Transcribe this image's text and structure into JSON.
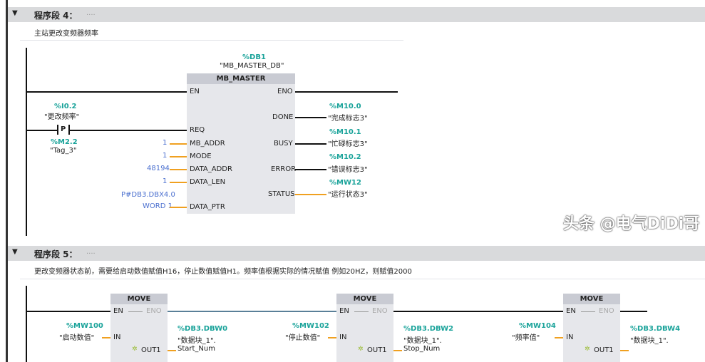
{
  "network4": {
    "title": "程序段 4：",
    "dots": "....",
    "comment": "主站更改变频器频率",
    "instance_addr": "%DB1",
    "instance_name": "\"MB_MASTER_DB\"",
    "block": "MB_MASTER",
    "contact_addr": "%I0.2",
    "contact_name": "\"更改频率\"",
    "contact_type": "P",
    "edge_addr": "%M2.2",
    "edge_name": "\"Tag_3\"",
    "inputs": [
      {
        "pin": "EN"
      },
      {
        "pin": "REQ"
      },
      {
        "pin": "MB_ADDR",
        "value": "1"
      },
      {
        "pin": "MODE",
        "value": "1"
      },
      {
        "pin": "DATA_ADDR",
        "value": "48194"
      },
      {
        "pin": "DATA_LEN",
        "value": "1"
      },
      {
        "pin": "DATA_PTR",
        "value": "P#DB3.DBX4.0",
        "value2": "WORD 1"
      }
    ],
    "outputs": [
      {
        "pin": "ENO"
      },
      {
        "pin": "DONE",
        "addr": "%M10.0",
        "name": "\"完成标志3\""
      },
      {
        "pin": "BUSY",
        "addr": "%M10.1",
        "name": "\"忙碌标志3\""
      },
      {
        "pin": "ERROR",
        "addr": "%M10.2",
        "name": "\"错误标志3\""
      },
      {
        "pin": "STATUS",
        "addr": "%MW12",
        "name": "\"运行状态3\""
      }
    ]
  },
  "network5": {
    "title": "程序段 5：",
    "dots": "....",
    "comment": "更改变频器状态前，需要给启动数值赋值H16，停止数值赋值H1。频率值根据实际的情况赋值  例如20HZ，则赋值2000",
    "moves": [
      {
        "title": "MOVE",
        "en": "EN",
        "eno": "ENO",
        "in": "IN",
        "out": "OUT1",
        "in_addr": "%MW100",
        "in_name": "\"启动数值\"",
        "out_addr": "%DB3.DBW0",
        "out_name": "\"数据块_1\".",
        "out_member": "Start_Num"
      },
      {
        "title": "MOVE",
        "en": "EN",
        "eno": "ENO",
        "in": "IN",
        "out": "OUT1",
        "in_addr": "%MW102",
        "in_name": "\"停止数值\"",
        "out_addr": "%DB3.DBW2",
        "out_name": "\"数据块_1\".",
        "out_member": "Stop_Num"
      },
      {
        "title": "MOVE",
        "en": "EN",
        "eno": "ENO",
        "in": "IN",
        "out": "OUT1",
        "in_addr": "%MW104",
        "in_name": "\"频率值\"",
        "out_addr": "%DB3.DBW4",
        "out_name": "\"数据块_1\".",
        "out_member": ""
      }
    ]
  },
  "watermark": "头条 @电气DiDi哥",
  "colors": {
    "address": "#1aa39a",
    "constant": "#4a6fcf",
    "wire": "#f0a020",
    "block": "#e6e7eb"
  }
}
